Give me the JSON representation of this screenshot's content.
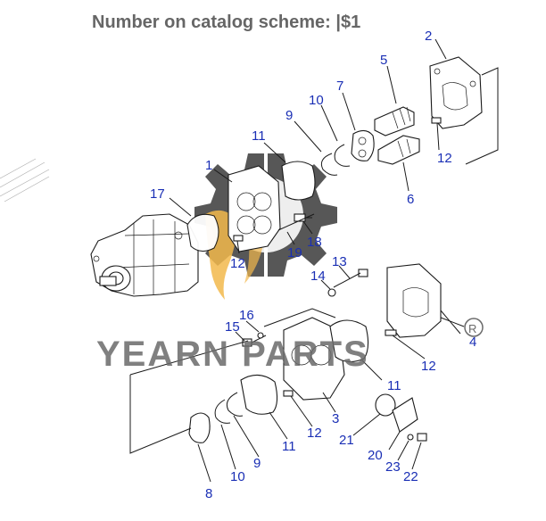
{
  "header": {
    "title": "Number on catalog scheme: |$1"
  },
  "watermark": {
    "text": "YEARN PARTS",
    "registered": "®",
    "gear_color": "#3a3a3a",
    "accent_color": "#f2b84b"
  },
  "callout_color": "#1a2fb5",
  "callouts": [
    "2",
    "5",
    "7",
    "10",
    "9",
    "11",
    "1",
    "17",
    "12",
    "18",
    "19",
    "6",
    "12",
    "13",
    "14",
    "16",
    "15",
    "4",
    "12",
    "11",
    "3",
    "11",
    "12",
    "21",
    "20",
    "23",
    "22",
    "8",
    "10",
    "9"
  ]
}
